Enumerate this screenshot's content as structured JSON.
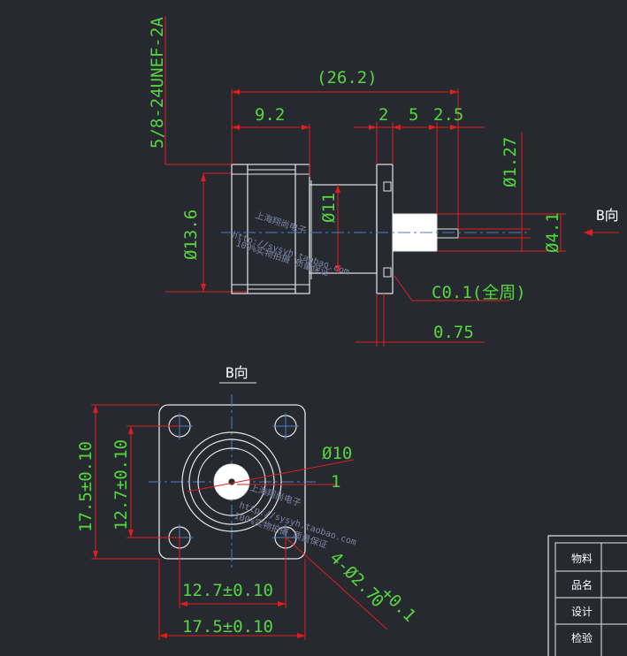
{
  "title_block": {
    "rows": [
      "物料",
      "品名",
      "设计",
      "检验"
    ]
  },
  "side_view": {
    "thread_label": "5/8-24UNEF-2A",
    "dim_overall": "(26.2)",
    "dim_nut_length": "9.2",
    "dim_2": "2",
    "dim_5": "5",
    "dim_25": "2.5",
    "dim_pin_dia": "Ø1.27",
    "dim_body_dia": "Ø13.6",
    "dim_11": "Ø11",
    "dim_41": "Ø4.1",
    "chamfer_label": "C0.1(全周)",
    "dim_075": "0.75",
    "view_arrow_label": "B向"
  },
  "front_view": {
    "title": "B向",
    "dim_outer_v": "17.5±0.10",
    "dim_inner_v": "12.7±0.10",
    "dim_inner_h": "12.7±0.10",
    "dim_outer_h": "17.5±0.10",
    "dim_circle": "Ø10",
    "dim_1": "1",
    "hole_callout": "4-Ø2.7",
    "hole_tol_upper": "+0.1",
    "hole_tol_lower": "0"
  },
  "watermark": {
    "line1": "上海翔尚电子",
    "line2": "100%实物拍摄 质量保证",
    "line3": "http://sysyh.taobao.com"
  },
  "colors": {
    "background": "#262a30",
    "line": "#e6e6e6",
    "dimension": "#e01d1d",
    "text": "#56d63c",
    "centerline": "#4a7ec0"
  }
}
